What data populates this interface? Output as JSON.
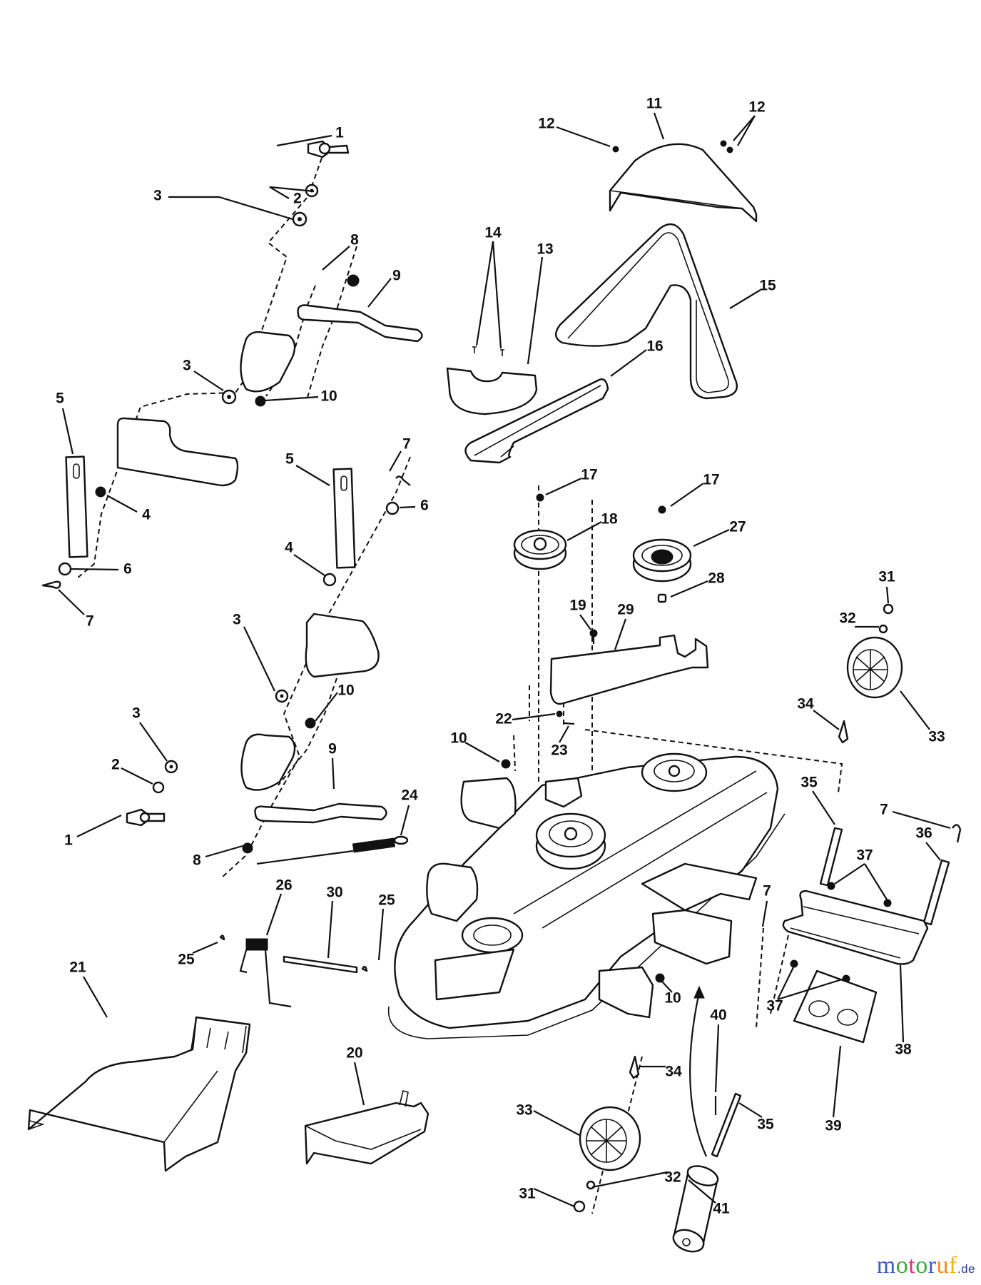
{
  "diagram": {
    "title": "Mower deck exploded parts diagram",
    "callouts": [
      {
        "n": "1"
      },
      {
        "n": "2"
      },
      {
        "n": "3"
      },
      {
        "n": "8"
      },
      {
        "n": "9"
      },
      {
        "n": "3"
      },
      {
        "n": "10"
      },
      {
        "n": "5"
      },
      {
        "n": "4"
      },
      {
        "n": "6"
      },
      {
        "n": "7"
      },
      {
        "n": "5"
      },
      {
        "n": "7"
      },
      {
        "n": "6"
      },
      {
        "n": "4"
      },
      {
        "n": "3"
      },
      {
        "n": "10"
      },
      {
        "n": "3"
      },
      {
        "n": "2"
      },
      {
        "n": "1"
      },
      {
        "n": "9"
      },
      {
        "n": "8"
      },
      {
        "n": "24"
      },
      {
        "n": "26"
      },
      {
        "n": "30"
      },
      {
        "n": "25"
      },
      {
        "n": "25"
      },
      {
        "n": "21"
      },
      {
        "n": "20"
      },
      {
        "n": "11"
      },
      {
        "n": "12"
      },
      {
        "n": "12"
      },
      {
        "n": "14"
      },
      {
        "n": "13"
      },
      {
        "n": "15"
      },
      {
        "n": "16"
      },
      {
        "n": "17"
      },
      {
        "n": "18"
      },
      {
        "n": "17"
      },
      {
        "n": "27"
      },
      {
        "n": "28"
      },
      {
        "n": "19"
      },
      {
        "n": "29"
      },
      {
        "n": "22"
      },
      {
        "n": "23"
      },
      {
        "n": "10"
      },
      {
        "n": "31"
      },
      {
        "n": "32"
      },
      {
        "n": "34"
      },
      {
        "n": "33"
      },
      {
        "n": "35"
      },
      {
        "n": "7"
      },
      {
        "n": "36"
      },
      {
        "n": "37"
      },
      {
        "n": "7"
      },
      {
        "n": "10"
      },
      {
        "n": "37"
      },
      {
        "n": "38"
      },
      {
        "n": "40"
      },
      {
        "n": "34"
      },
      {
        "n": "35"
      },
      {
        "n": "39"
      },
      {
        "n": "33"
      },
      {
        "n": "32"
      },
      {
        "n": "31"
      },
      {
        "n": "41"
      }
    ]
  },
  "watermark": {
    "letters": [
      {
        "ch": "m",
        "color": "#3b5cc4"
      },
      {
        "ch": "o",
        "color": "#3aa63a"
      },
      {
        "ch": "t",
        "color": "#d23c6e"
      },
      {
        "ch": "o",
        "color": "#3aa63a"
      },
      {
        "ch": "r",
        "color": "#3b5cc4"
      },
      {
        "ch": "u",
        "color": "#f08a1c"
      },
      {
        "ch": "f",
        "color": "#f2b51c"
      }
    ],
    "suffix": ".de",
    "suffix_color": "#2b3f8f"
  }
}
